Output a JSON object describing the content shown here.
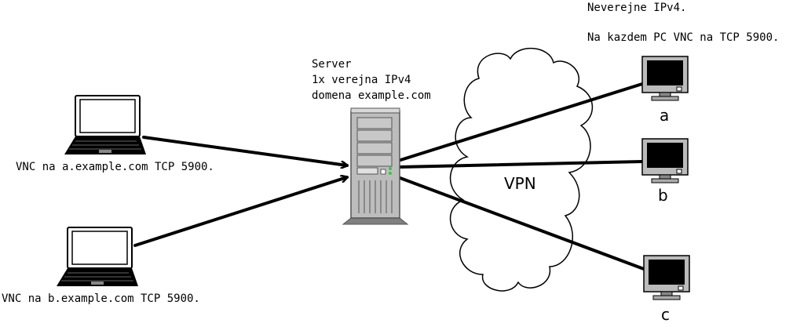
{
  "header_notes": {
    "line1": "Neverejne IPv4.",
    "line2": "Na kazdem PC VNC na TCP 5900."
  },
  "server": {
    "line1": "Server",
    "line2": "1x verejna IPv4",
    "line3": "domena example.com"
  },
  "clients": {
    "a_label": "VNC na a.example.com TCP 5900.",
    "b_label": "VNC na b.example.com TCP 5900."
  },
  "vpn_label": "VPN",
  "pcs": {
    "a": "a",
    "b": "b",
    "c": "c"
  }
}
